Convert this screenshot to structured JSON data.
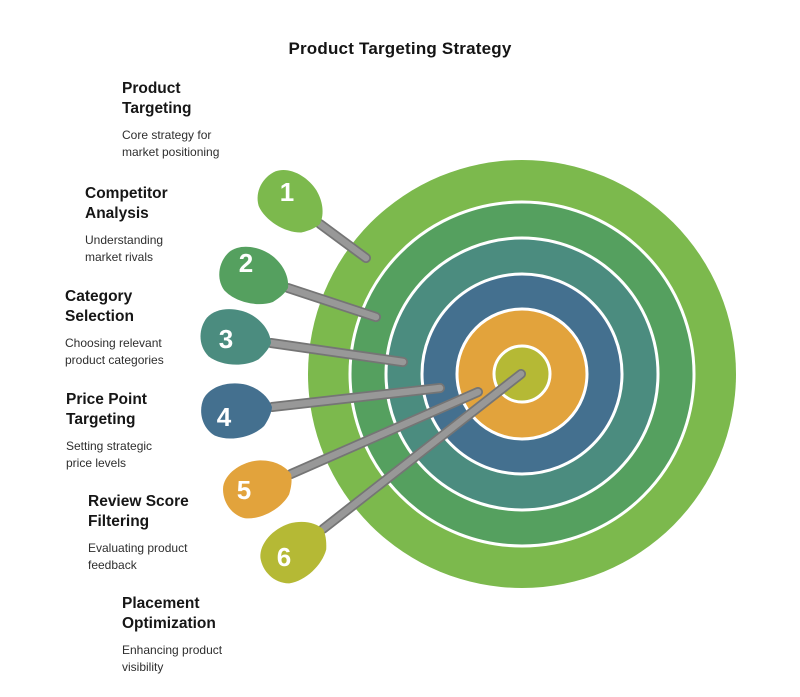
{
  "title": "Product Targeting Strategy",
  "items": [
    {
      "num": "1",
      "heading_lines": [
        "Product",
        "Targeting"
      ],
      "desc_lines": [
        "Core strategy for",
        "market positioning"
      ],
      "color": "#7cb94d"
    },
    {
      "num": "2",
      "heading_lines": [
        "Competitor",
        "Analysis"
      ],
      "desc_lines": [
        "Understanding",
        "market rivals"
      ],
      "color": "#55a05f"
    },
    {
      "num": "3",
      "heading_lines": [
        "Category",
        "Selection"
      ],
      "desc_lines": [
        "Choosing relevant",
        "product categories"
      ],
      "color": "#4b8c7f"
    },
    {
      "num": "4",
      "heading_lines": [
        "Price Point",
        "Targeting"
      ],
      "desc_lines": [
        "Setting strategic",
        "price levels"
      ],
      "color": "#44708f"
    },
    {
      "num": "5",
      "heading_lines": [
        "Review Score",
        "Filtering"
      ],
      "desc_lines": [
        "Evaluating product",
        "feedback"
      ],
      "color": "#e2a33c"
    },
    {
      "num": "6",
      "heading_lines": [
        "Placement",
        "Optimization"
      ],
      "desc_lines": [
        "Enhancing product",
        "visibility"
      ],
      "color": "#b5b935"
    }
  ],
  "target": {
    "rings": [
      {
        "name": "outer-ring",
        "color": "#7cb94d"
      },
      {
        "name": "ring-2",
        "color": "#55a05f"
      },
      {
        "name": "ring-3",
        "color": "#4b8c7f"
      },
      {
        "name": "ring-4",
        "color": "#44708f"
      },
      {
        "name": "ring-5",
        "color": "#e2a33c"
      },
      {
        "name": "bullseye",
        "color": "#b5b935"
      }
    ],
    "separator_color": "#ffffff",
    "stick_fill": "#989898",
    "stick_edge": "#757575"
  }
}
